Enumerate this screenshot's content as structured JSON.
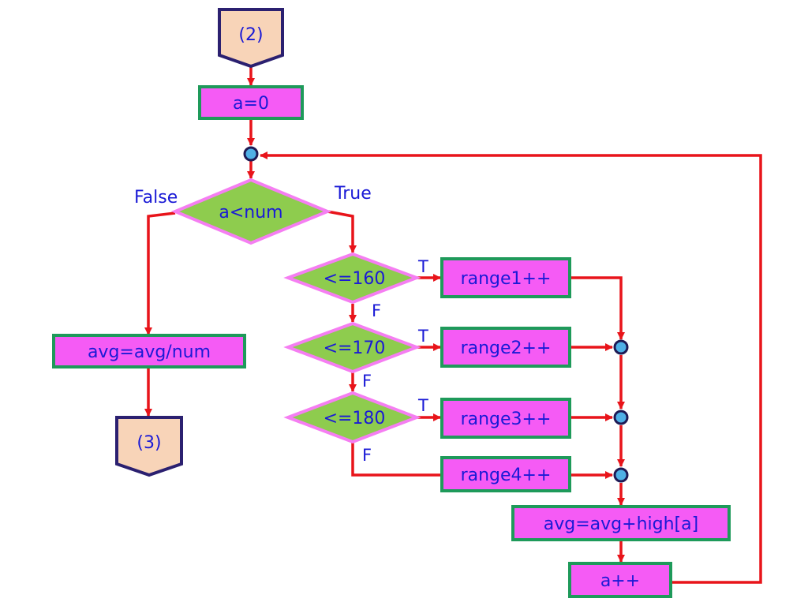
{
  "connectors": {
    "top": "(2)",
    "bottom": "(3)"
  },
  "boxes": {
    "init": "a=0",
    "avg_div": "avg=avg/num",
    "range1": "range1++",
    "range2": "range2++",
    "range3": "range3++",
    "range4": "range4++",
    "avg_add": "avg=avg+high[a]",
    "incr": "a++"
  },
  "decisions": {
    "loop": "a<num",
    "le160": "<=160",
    "le170": "<=170",
    "le180": "<=180"
  },
  "branch_labels": {
    "false": "False",
    "true": "True",
    "t": "T",
    "f": "F"
  },
  "colors": {
    "flow_line": "#e8141a",
    "process_fill": "#f55bf5",
    "process_border": "#1e9a5a",
    "decision_fill": "#8ecc4e",
    "decision_border": "#f57ef2",
    "connector_fill": "#f8d4b8",
    "connector_border": "#2b2070",
    "junction_fill": "#4fb0e6",
    "text": "#1a1ad6"
  }
}
